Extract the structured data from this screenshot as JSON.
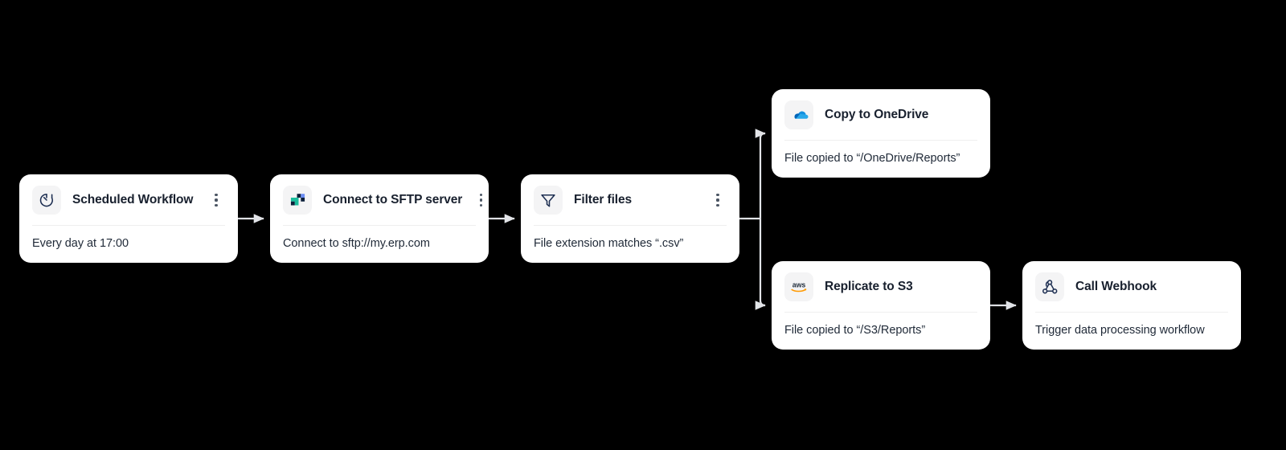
{
  "canvas": {
    "background": "#000000",
    "card_background": "#ffffff",
    "connector_color": "#e2e4e8",
    "title_color": "#18202e",
    "body_color": "#1f2937",
    "icon_tile_color": "#f4f4f5"
  },
  "nodes": [
    {
      "id": "scheduled-workflow",
      "icon": "timer-clock-icon",
      "title": "Scheduled Workflow",
      "description": "Every day at 17:00",
      "has_menu": true,
      "menu_label": "more-options"
    },
    {
      "id": "connect-sftp",
      "icon": "sftp-blocks-icon",
      "title": "Connect to SFTP server",
      "description": "Connect to sftp://my.erp.com",
      "has_menu": true,
      "menu_label": "more-options"
    },
    {
      "id": "filter-files",
      "icon": "funnel-filter-icon",
      "title": "Filter files",
      "description": "File extension matches “.csv”",
      "has_menu": true,
      "menu_label": "more-options"
    },
    {
      "id": "copy-onedrive",
      "icon": "onedrive-cloud-icon",
      "title": "Copy to OneDrive",
      "description": "File copied to “/OneDrive/Reports”",
      "has_menu": false,
      "menu_label": ""
    },
    {
      "id": "replicate-s3",
      "icon": "aws-logo-icon",
      "title": "Replicate to S3",
      "description": "File copied to “/S3/Reports”",
      "has_menu": false,
      "menu_label": ""
    },
    {
      "id": "call-webhook",
      "icon": "webhook-nodes-icon",
      "title": "Call Webhook",
      "description": "Trigger data processing workflow",
      "has_menu": false,
      "menu_label": ""
    }
  ],
  "connections": [
    {
      "id": "schedule-to-sftp",
      "from": "scheduled-workflow",
      "to": "connect-sftp",
      "type": "straight"
    },
    {
      "id": "sftp-to-filter",
      "from": "connect-sftp",
      "to": "filter-files",
      "type": "straight"
    },
    {
      "id": "filter-to-onedrive",
      "from": "filter-files",
      "to": "copy-onedrive",
      "type": "branch-up"
    },
    {
      "id": "filter-to-s3",
      "from": "filter-files",
      "to": "replicate-s3",
      "type": "branch-down"
    },
    {
      "id": "s3-to-webhook",
      "from": "replicate-s3",
      "to": "call-webhook",
      "type": "straight"
    }
  ],
  "icon_colors": {
    "timer_stroke": "#1e2f52",
    "sftp_teal": "#1abc9c",
    "sftp_navy": "#0b1f3a",
    "sftp_blue": "#6b8df5",
    "funnel_stroke": "#1e2f52",
    "onedrive_blue_light": "#28a8ea",
    "onedrive_blue_dark": "#0364b8",
    "aws_text": "#232f3e",
    "aws_smile": "#ff9900",
    "webhook_stroke": "#1e2f52"
  }
}
